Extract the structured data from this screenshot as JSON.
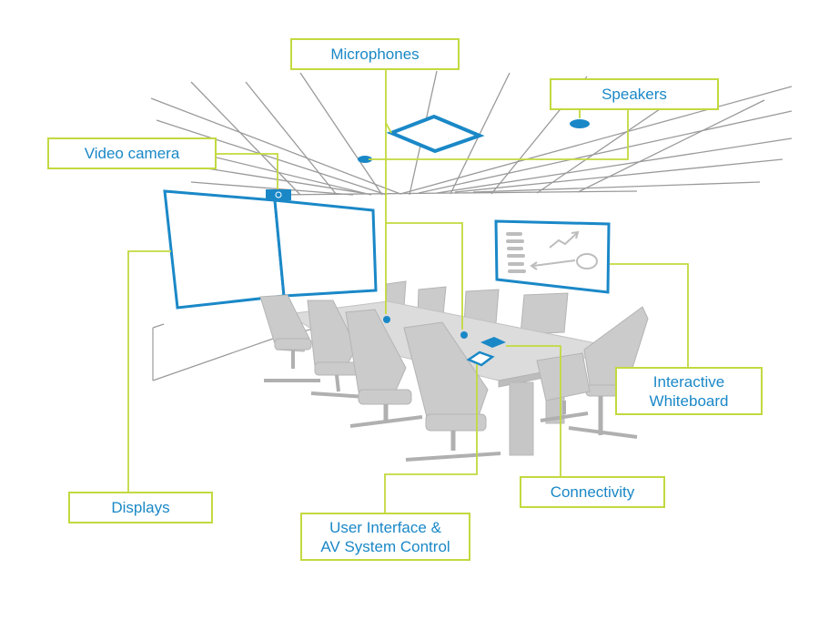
{
  "colors": {
    "accent_blue": "#1a88c7",
    "callout_border": "#c3d93f",
    "line_gray": "#8c8c8c",
    "furniture_gray": "#c9c9c9",
    "background": "#ffffff"
  },
  "labels": {
    "microphones": "Microphones",
    "speakers": "Speakers",
    "video_camera": "Video camera",
    "displays": "Displays",
    "interactive_whiteboard_line1": "Interactive",
    "interactive_whiteboard_line2": "Whiteboard",
    "connectivity": "Connectivity",
    "user_interface_line1": "User Interface &",
    "user_interface_line2": "AV System Control"
  },
  "icons": [
    "ceiling-microphone-icon",
    "ceiling-speaker-icon",
    "video-camera-icon",
    "display-screen-icon",
    "whiteboard-icon",
    "tablet-icon",
    "connectivity-box-icon",
    "table-microphone-icon",
    "office-chair-icon"
  ]
}
